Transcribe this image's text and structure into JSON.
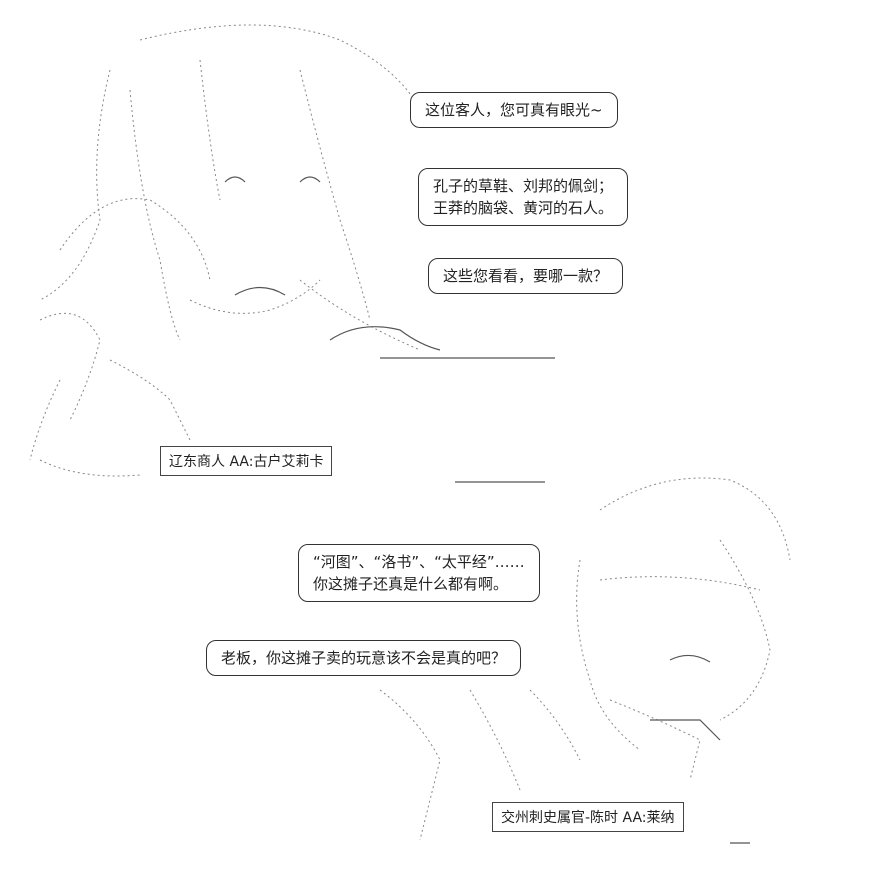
{
  "bubbles_top": [
    {
      "lines": [
        "这位客人，您可真有眼光~"
      ]
    },
    {
      "lines": [
        "孔子的草鞋、刘邦的佩剑；",
        "王莽的脑袋、黄河的石人。"
      ]
    },
    {
      "lines": [
        "这些您看看，要哪一款？"
      ]
    }
  ],
  "bubbles_bottom": [
    {
      "lines": [
        "“河图”、“洛书”、“太平经”……",
        "你这摊子还真是什么都有啊。"
      ]
    },
    {
      "lines": [
        "老板，你这摊子卖的玩意该不会是真的吧？"
      ]
    }
  ],
  "labels": {
    "top": "辽东商人 AA:古户艾莉卡",
    "bottom": "交州刺史属官-陈时 AA:莱纳"
  }
}
